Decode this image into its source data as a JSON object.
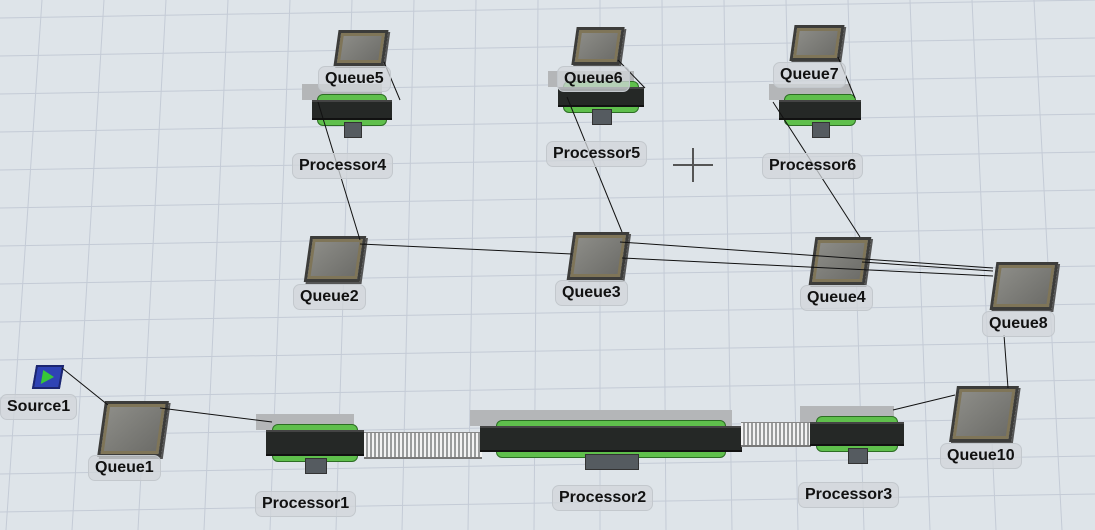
{
  "colors": {
    "background": "#dee4e9",
    "grid": "#c4cbd6",
    "processor": "#5fbf4c",
    "queue": "#7a7a76",
    "source": "#2f43b4",
    "input_port": "#2bdc2b",
    "output_port": "#e01b1b"
  },
  "objects": {
    "source1": "Source1",
    "queue1": "Queue1",
    "queue2": "Queue2",
    "queue3": "Queue3",
    "queue4": "Queue4",
    "queue5": "Queue5",
    "queue6": "Queue6",
    "queue7": "Queue7",
    "queue8": "Queue8",
    "queue10": "Queue10",
    "processor1": "Processor1",
    "processor2": "Processor2",
    "processor3": "Processor3",
    "processor4": "Processor4",
    "processor5": "Processor5",
    "processor6": "Processor6"
  }
}
